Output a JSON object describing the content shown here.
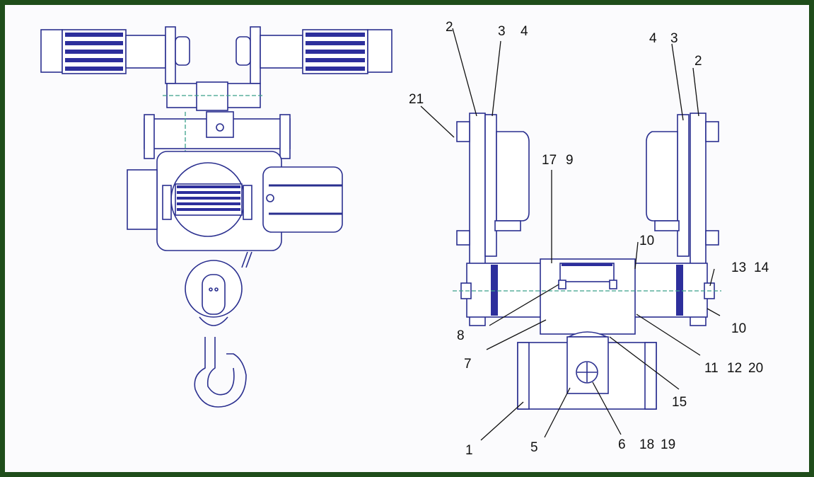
{
  "colors": {
    "frame": "#1f4d1a",
    "line": "#2a2f8f",
    "accent": "#2d2f9c",
    "centerline": "#3aa08a"
  },
  "part_labels": {
    "l1": "1",
    "l2a": "2",
    "l2b": "2",
    "l3a": "3",
    "l3b": "3",
    "l4a": "4",
    "l4b": "4",
    "l5": "5",
    "l6": "6",
    "l7": "7",
    "l8": "8",
    "l9": "9",
    "l10a": "10",
    "l10b": "10",
    "l11": "11",
    "l12": "12",
    "l13": "13",
    "l14": "14",
    "l15": "15",
    "l17": "17",
    "l18": "18",
    "l19": "19",
    "l20": "20",
    "l21": "21"
  }
}
